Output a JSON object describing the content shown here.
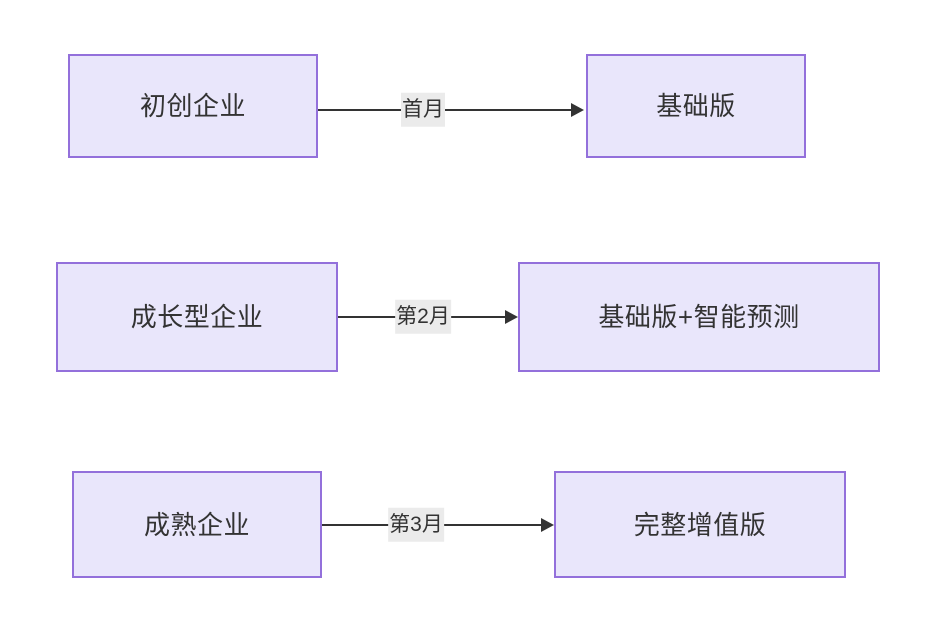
{
  "diagram": {
    "type": "flowchart",
    "direction": "left-to-right",
    "background_color": "#ffffff",
    "node_fill_color": "#e9e6fb",
    "node_border_color": "#9370db",
    "text_color": "#333333",
    "edge_color": "#333333",
    "edge_label_background": "#ebebeb",
    "rows": [
      {
        "source": {
          "label": "初创企业"
        },
        "edge": {
          "label": "首月",
          "arrow": "arrow-right-icon"
        },
        "target": {
          "label": "基础版"
        }
      },
      {
        "source": {
          "label": "成长型企业"
        },
        "edge": {
          "label": "第2月",
          "arrow": "arrow-right-icon"
        },
        "target": {
          "label": "基础版+智能预测"
        }
      },
      {
        "source": {
          "label": "成熟企业"
        },
        "edge": {
          "label": "第3月",
          "arrow": "arrow-right-icon"
        },
        "target": {
          "label": "完整增值版"
        }
      }
    ]
  }
}
